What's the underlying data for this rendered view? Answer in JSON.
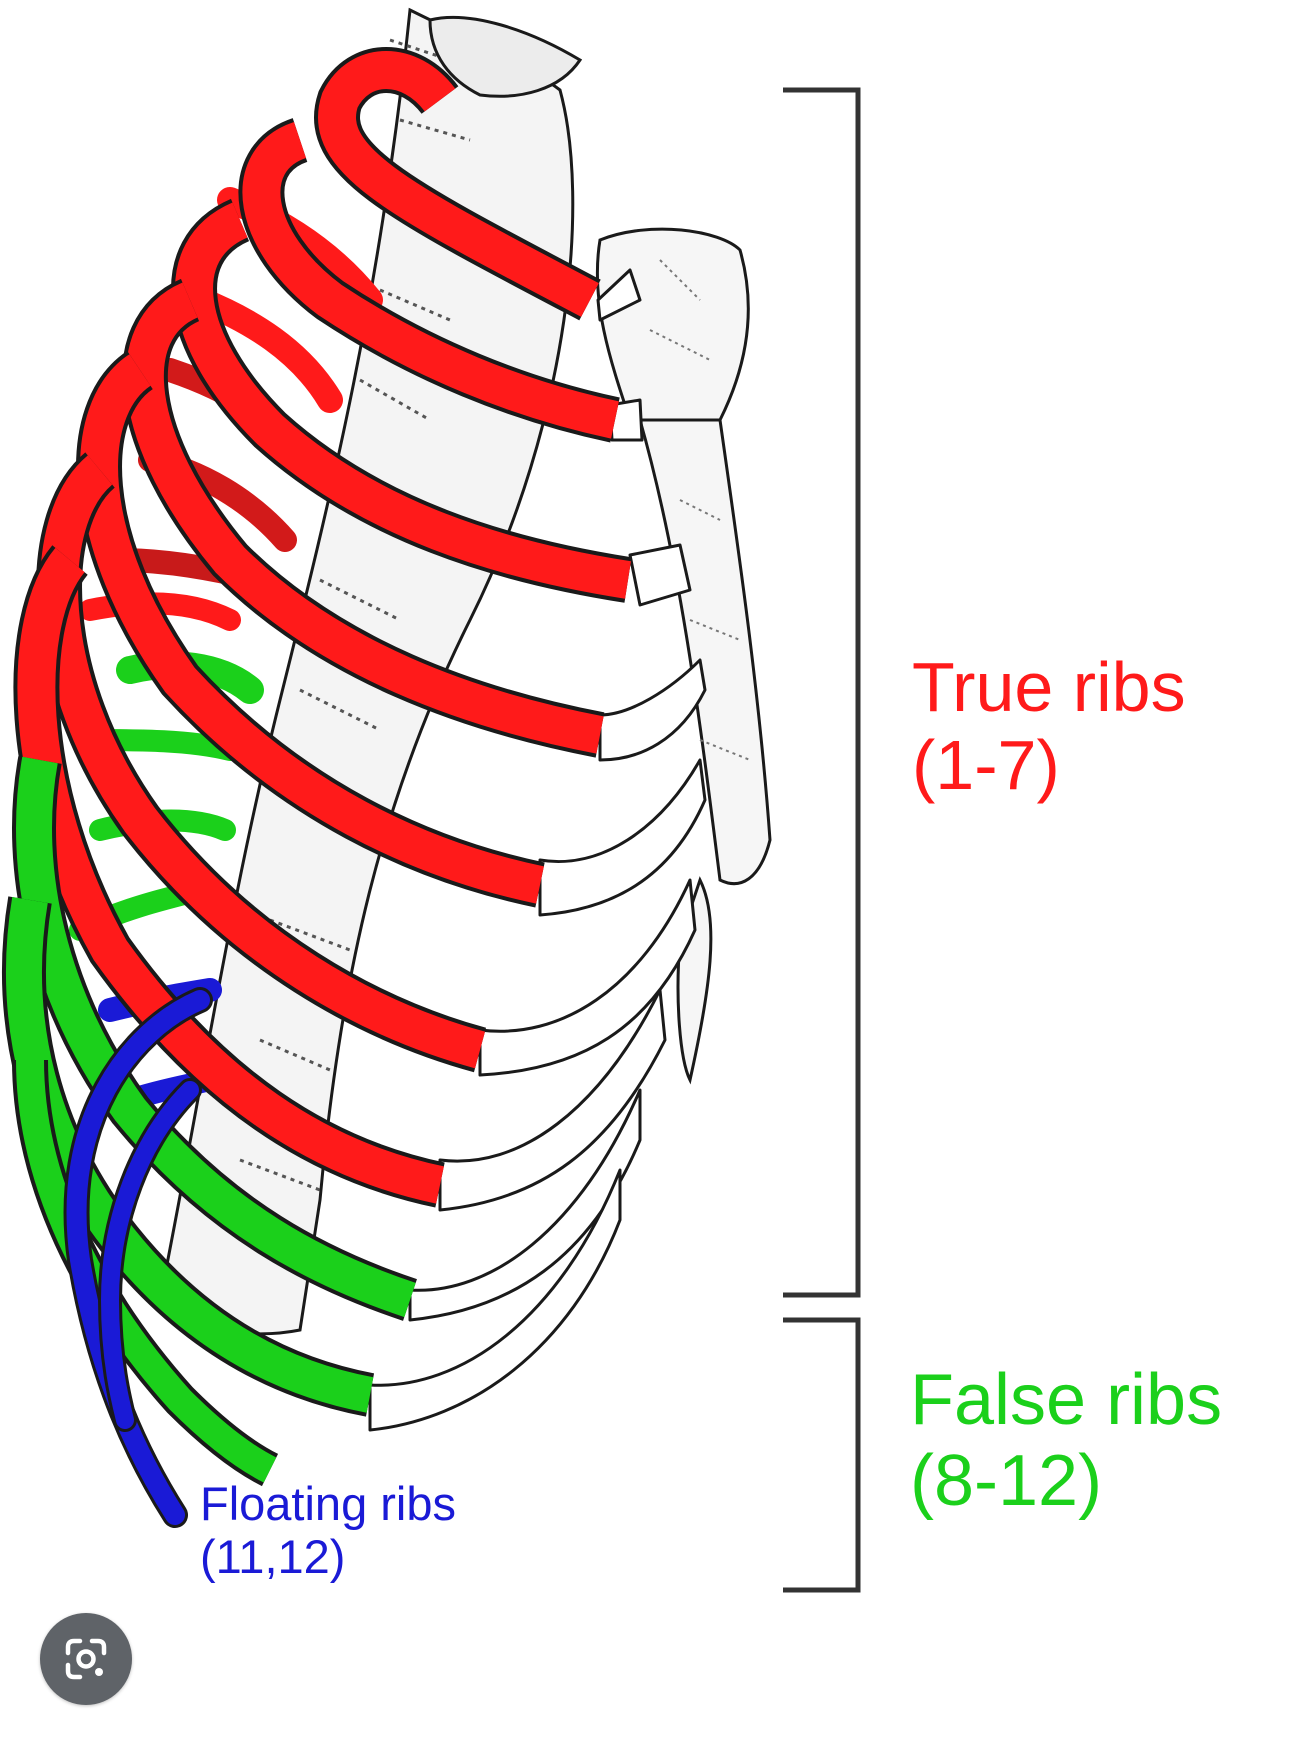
{
  "colors": {
    "true_ribs": "#ff1a1a",
    "false_ribs": "#1bd01b",
    "floating_ribs": "#1a1ad6",
    "bone_outline": "#1a1a1a",
    "bracket": "#333333",
    "lens_button_bg": "#5f6368"
  },
  "labels": {
    "true_ribs": {
      "title": "True ribs",
      "range": "(1-7)"
    },
    "false_ribs": {
      "title": "False ribs",
      "range": "(8-12)"
    },
    "floating_ribs": {
      "title": "Floating ribs",
      "range": "(11,12)"
    }
  },
  "overlay": {
    "lens_icon": "google-lens-icon"
  }
}
